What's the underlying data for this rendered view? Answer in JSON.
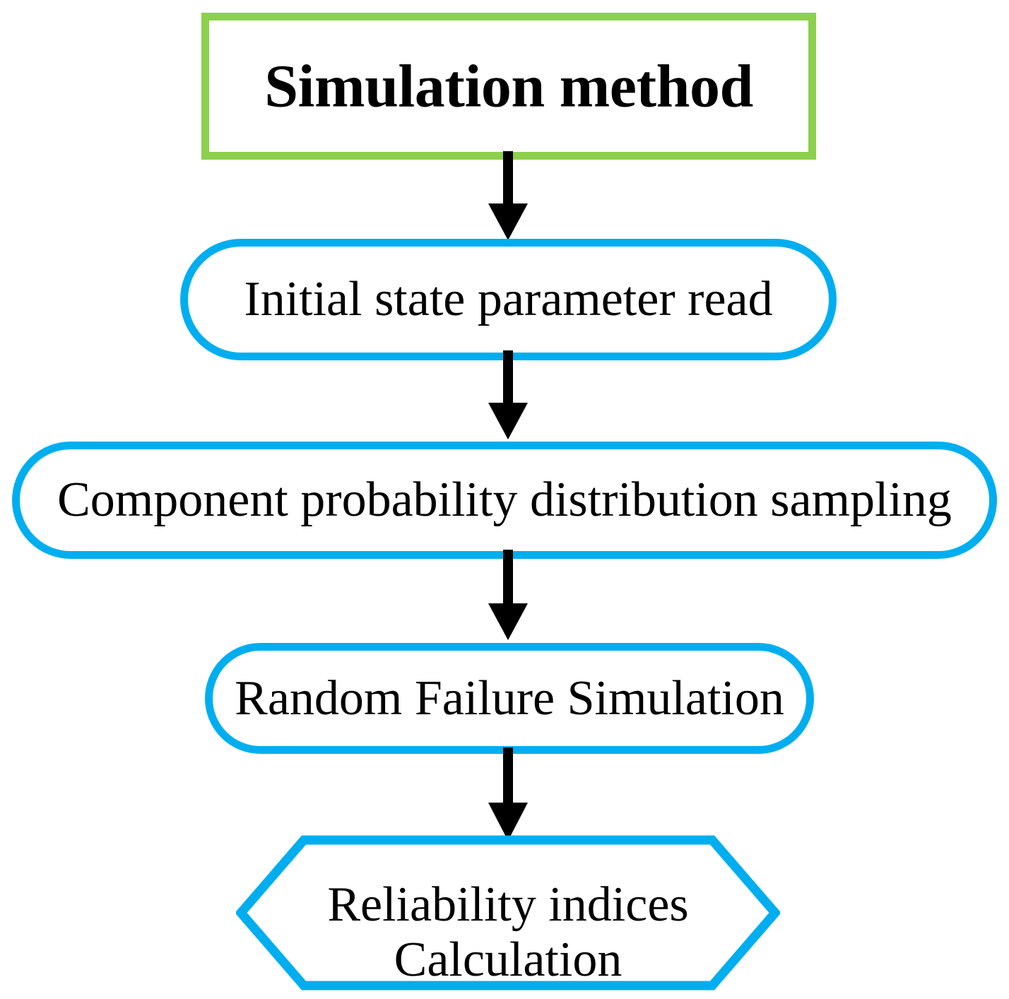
{
  "diagram": {
    "title": "Simulation method",
    "type": "flowchart",
    "orientation": "top-to-bottom",
    "colors": {
      "title_border": "#8CD04D",
      "node_border": "#00AEEF",
      "node_fill": "#FFFFFF",
      "arrow": "#000000",
      "text": "#000000",
      "background": "#FFFFFF"
    },
    "nodes": [
      {
        "id": "title",
        "shape": "rectangle",
        "label": "Simulation method",
        "bold": true,
        "border_color": "#8CD04D"
      },
      {
        "id": "step1",
        "shape": "stadium",
        "label": "Initial state parameter read",
        "border_color": "#00AEEF"
      },
      {
        "id": "step2",
        "shape": "stadium",
        "label": "Component probability distribution sampling",
        "border_color": "#00AEEF"
      },
      {
        "id": "step3",
        "shape": "stadium",
        "label": "Random Failure Simulation",
        "border_color": "#00AEEF"
      },
      {
        "id": "step4",
        "shape": "hexagon",
        "label_line1": "Reliability indices",
        "label_line2": "Calculation",
        "border_color": "#00AEEF"
      }
    ],
    "edges": [
      {
        "id": "edge1",
        "from": "title",
        "to": "step1",
        "style": "solid-arrow"
      },
      {
        "id": "edge2",
        "from": "step1",
        "to": "step2",
        "style": "solid-arrow"
      },
      {
        "id": "edge3",
        "from": "step2",
        "to": "step3",
        "style": "solid-arrow"
      },
      {
        "id": "edge4",
        "from": "step3",
        "to": "step4",
        "style": "solid-arrow"
      }
    ]
  }
}
